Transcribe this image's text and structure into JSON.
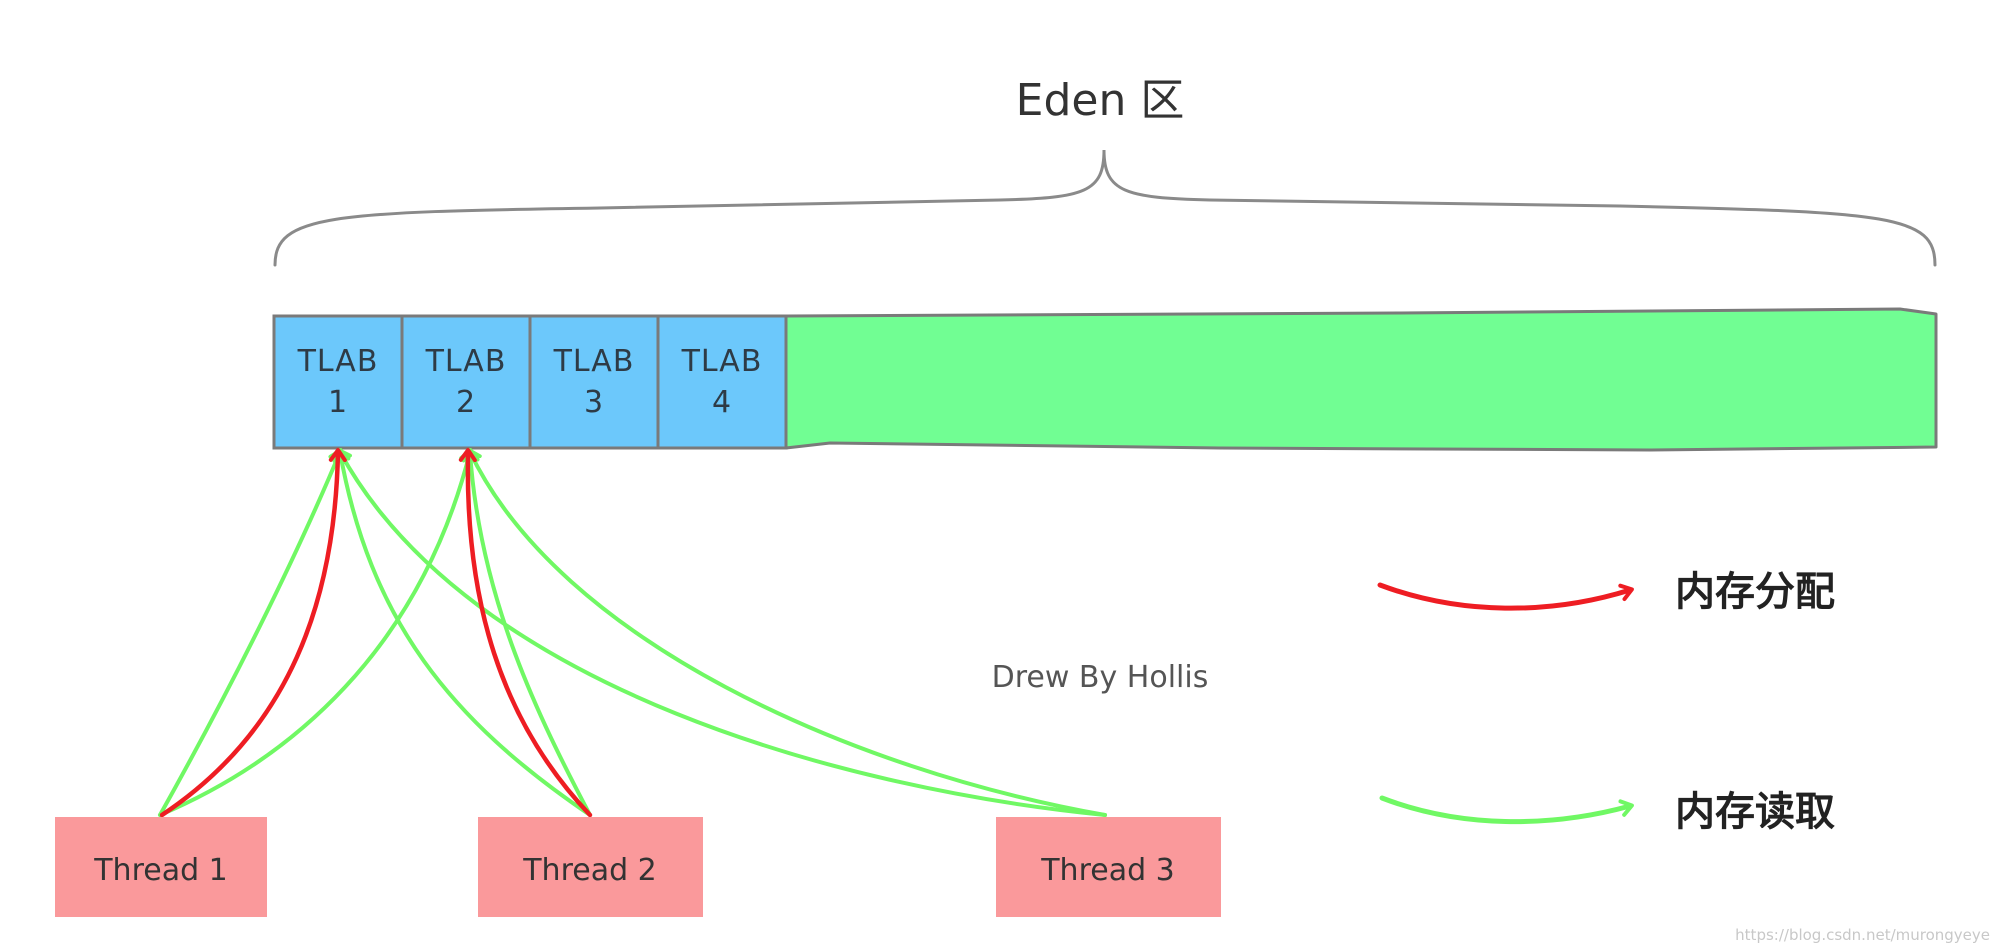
{
  "title": "Eden 区",
  "tlabs": [
    {
      "line1": "TLAB",
      "line2": "1"
    },
    {
      "line1": "TLAB",
      "line2": "2"
    },
    {
      "line1": "TLAB",
      "line2": "3"
    },
    {
      "line1": "TLAB",
      "line2": "4"
    }
  ],
  "threads": [
    {
      "label": "Thread 1"
    },
    {
      "label": "Thread 2"
    },
    {
      "label": "Thread 3"
    }
  ],
  "legend": {
    "allocation": "内存分配",
    "read": "内存读取"
  },
  "credit": "Drew By Hollis",
  "watermark": "https://blog.csdn.net/murongyeye",
  "connections": {
    "allocation": [
      {
        "from": "Thread 1",
        "to": "TLAB 1"
      },
      {
        "from": "Thread 2",
        "to": "TLAB 2"
      }
    ],
    "read": [
      {
        "from": "Thread 1",
        "to": "TLAB 1"
      },
      {
        "from": "Thread 1",
        "to": "TLAB 2"
      },
      {
        "from": "Thread 2",
        "to": "TLAB 1"
      },
      {
        "from": "Thread 2",
        "to": "TLAB 2"
      },
      {
        "from": "Thread 3",
        "to": "TLAB 1"
      },
      {
        "from": "Thread 3",
        "to": "TLAB 2"
      }
    ]
  },
  "colors": {
    "tlab_fill": "#6cc8fb",
    "eden_free_fill": "#71fe93",
    "thread_fill": "#fa999b",
    "allocation_arrow": "#ee1d23",
    "read_arrow": "#70f864",
    "outline": "#7a7a7a",
    "brace": "#8a8a8a"
  }
}
